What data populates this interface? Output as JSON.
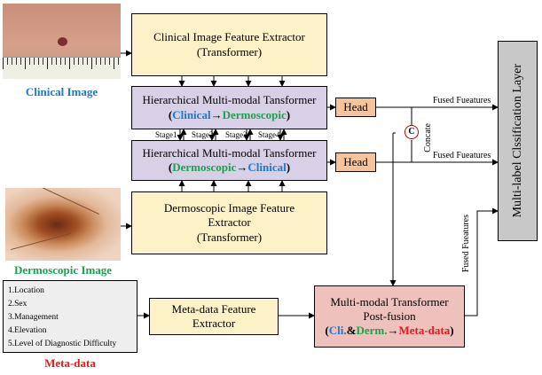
{
  "clinical_extractor": {
    "line1": "Clinical Image Feature Extractor",
    "line2": "(Transformer)"
  },
  "hmt_top": {
    "line1": "Hierarchical Multi-modal Tansformer",
    "open": "(",
    "src": "Clinical",
    "arrow": "→",
    "dst": "Dermoscopic",
    "close": ")"
  },
  "hmt_bottom": {
    "line1": "Hierarchical Multi-modal Tansformer",
    "open": "(",
    "src": "Dermoscopic",
    "arrow": "→",
    "dst": "Clinical",
    "close": ")"
  },
  "derm_extractor": {
    "line1": "Dermoscopic Image Feature",
    "line2": "Extractor",
    "line3": "(Transformer)"
  },
  "meta_extractor": {
    "line1": "Meta-data Feature",
    "line2": "Extractor"
  },
  "post_fusion": {
    "line1": "Multi-modal Transformer",
    "line2": "Post-fusion",
    "open": "(",
    "a": "Cli.",
    "amp": "&",
    "b": "Derm.",
    "arrow": "→",
    "c": "Meta-data",
    "close": ")"
  },
  "head_label": "Head",
  "classifier": "Multi-label Clssification Layer",
  "concat_symbol": "C",
  "concat_label": "Concate",
  "fused_features": "Fused Fueatures",
  "stages": [
    "Stage1",
    "Stage2",
    "Stage3",
    "Stage4"
  ],
  "captions": {
    "clinical": "Clinical Image",
    "dermoscopic": "Dermoscopic Image",
    "meta": "Meta-data"
  },
  "meta_items": [
    "1.Location",
    "2.Sex",
    "3.Management",
    "4.Elevation",
    "5.Level of Diagnostic Difficulty"
  ],
  "colors": {
    "clinical": "#1f78c8",
    "dermoscopic": "#1aa34a",
    "meta": "#e31a1a"
  }
}
